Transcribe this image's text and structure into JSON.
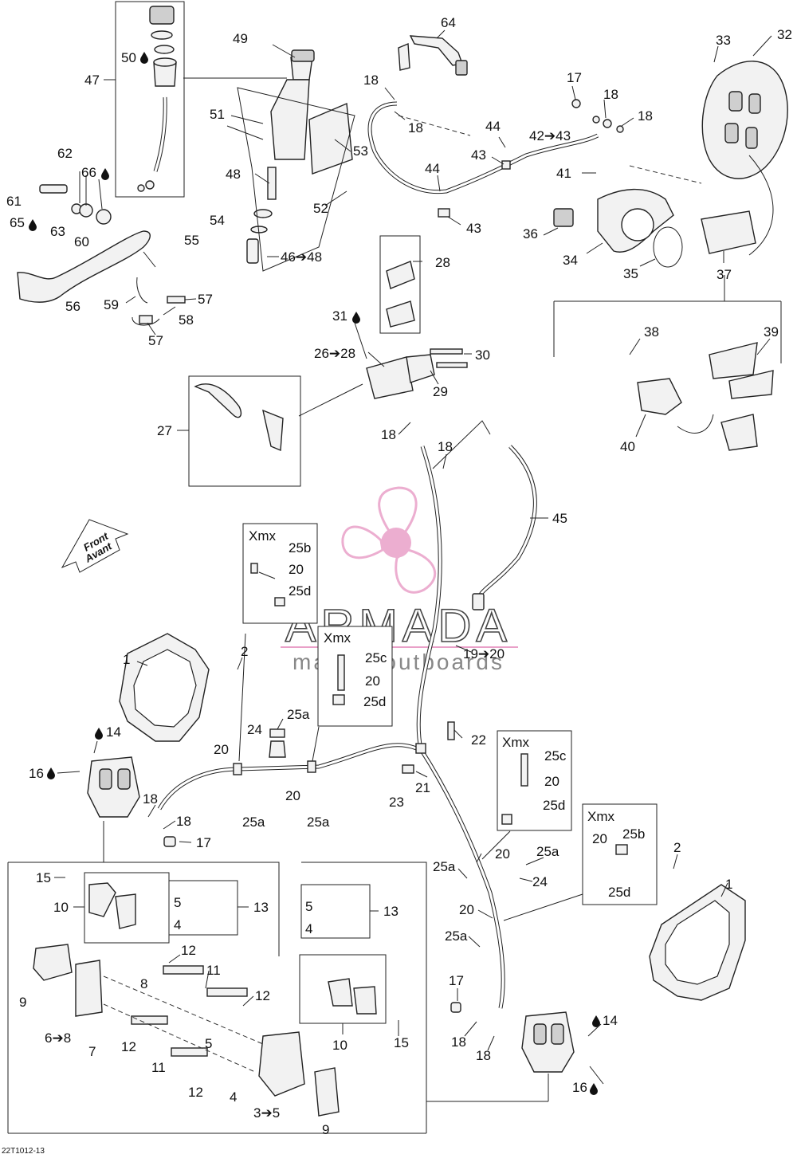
{
  "drawing_id": "22T1012-13",
  "direction_arrow": {
    "line1": "Front",
    "line2": "Avant"
  },
  "watermark": {
    "brand": "ARMADA",
    "tagline": "marine outboards"
  },
  "variant_boxes": [
    "Xmx",
    "Xmx",
    "Xmx",
    "Xmx"
  ],
  "callouts": {
    "c1a": "1",
    "c1b": "1",
    "c2a": "2",
    "c2b": "2",
    "c3_5": "3➔5",
    "c4a": "4",
    "c4b": "4",
    "c4c": "4",
    "c5a": "5",
    "c5b": "5",
    "c5c": "5",
    "c6_8": "6➔8",
    "c7": "7",
    "c8": "8",
    "c9a": "9",
    "c9b": "9",
    "c10a": "10",
    "c10b": "10",
    "c11a": "11",
    "c11b": "11",
    "c12a": "12",
    "c12b": "12",
    "c12c": "12",
    "c12d": "12",
    "c13a": "13",
    "c13b": "13",
    "c14a": "14",
    "c14b": "14",
    "c15a": "15",
    "c15b": "15",
    "c16a": "16",
    "c16b": "16",
    "c17a": "17",
    "c17b": "17",
    "c17c": "17",
    "c18a": "18",
    "c18b": "18",
    "c18c": "18",
    "c18d": "18",
    "c18e": "18",
    "c18f": "18",
    "c18g": "18",
    "c18h": "18",
    "c18i": "18",
    "c18j": "18",
    "c19_20": "19➔20",
    "c20a": "20",
    "c20b": "20",
    "c20c": "20",
    "c20d": "20",
    "c20e": "20",
    "c20f": "20",
    "c20g": "20",
    "c20h": "20",
    "c21": "21",
    "c22": "22",
    "c23": "23",
    "c24a": "24",
    "c24b": "24",
    "c25a1": "25a",
    "c25a2": "25a",
    "c25a3": "25a",
    "c25a4": "25a",
    "c25a5": "25a",
    "c25a6": "25a",
    "c25b1": "25b",
    "c25b2": "25b",
    "c25c1": "25c",
    "c25c2": "25c",
    "c25d1": "25d",
    "c25d2": "25d",
    "c25d3": "25d",
    "c25d4": "25d",
    "c26_28": "26➔28",
    "c27": "27",
    "c28": "28",
    "c29": "29",
    "c30": "30",
    "c31": "31",
    "c32": "32",
    "c33": "33",
    "c34": "34",
    "c35": "35",
    "c36": "36",
    "c37": "37",
    "c38": "38",
    "c39": "39",
    "c40": "40",
    "c41": "41",
    "c42_43": "42➔43",
    "c43a": "43",
    "c43b": "43",
    "c44a": "44",
    "c44b": "44",
    "c45": "45",
    "c46_48": "46➔48",
    "c47": "47",
    "c48": "48",
    "c49": "49",
    "c50": "50",
    "c51": "51",
    "c52": "52",
    "c53": "53",
    "c54": "54",
    "c55": "55",
    "c56": "56",
    "c57a": "57",
    "c57b": "57",
    "c58": "58",
    "c59": "59",
    "c60": "60",
    "c61": "61",
    "c62": "62",
    "c63": "63",
    "c64": "64",
    "c65": "65",
    "c66": "66"
  }
}
